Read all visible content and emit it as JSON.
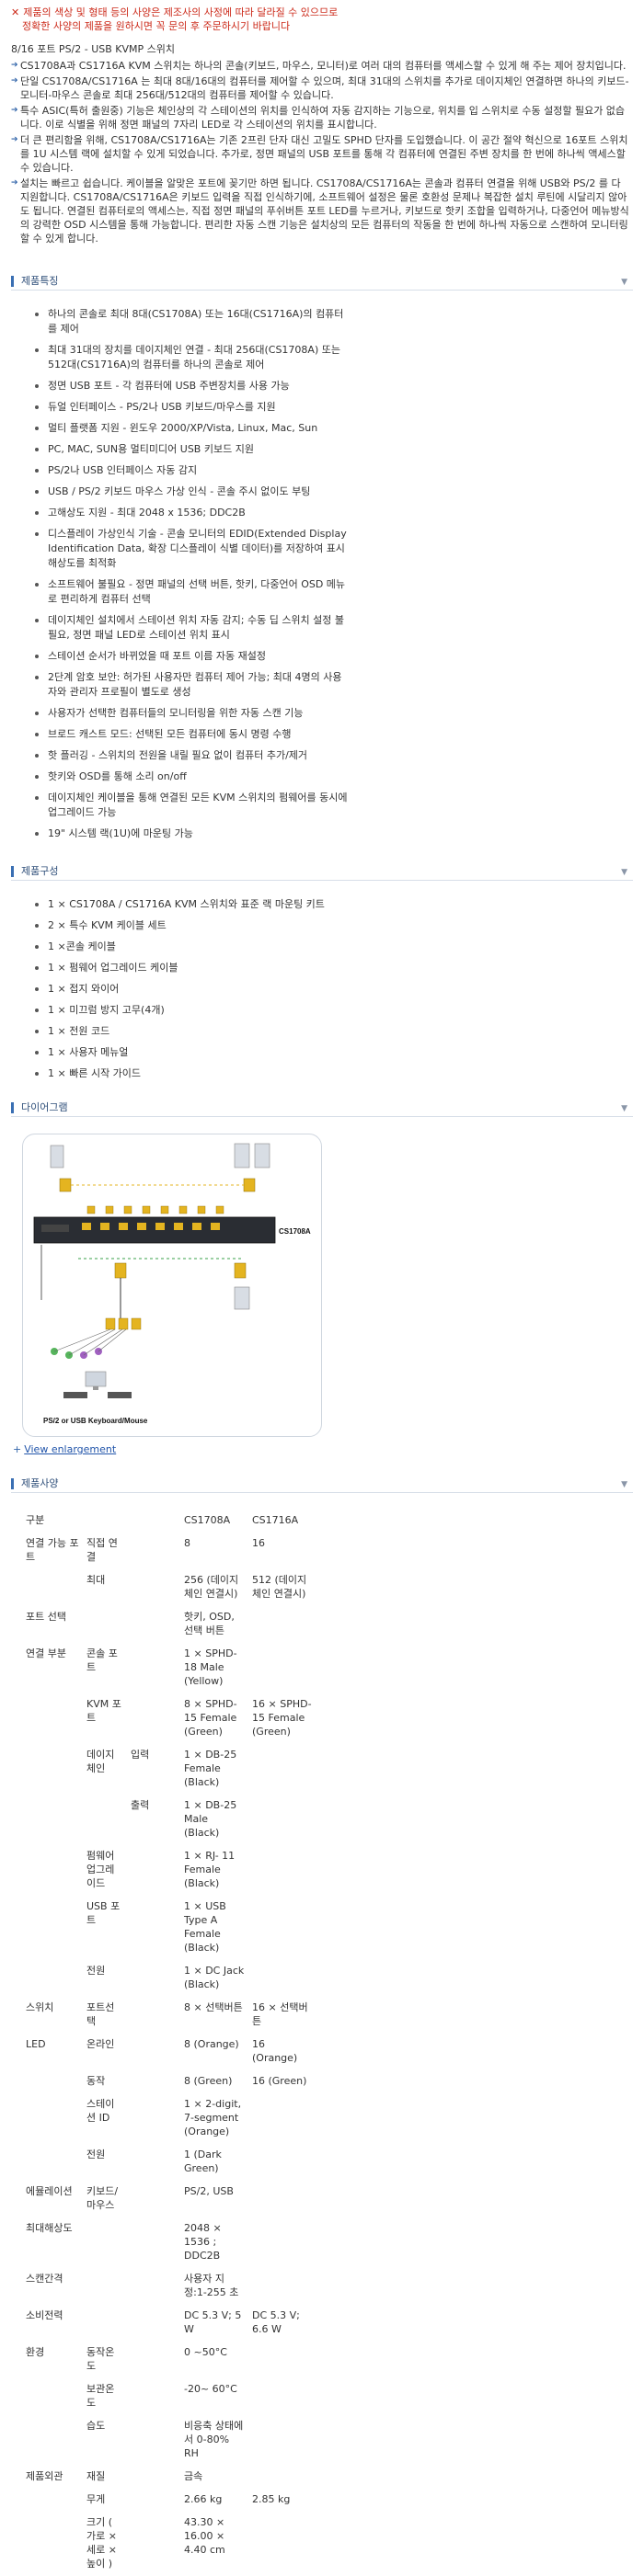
{
  "notice": {
    "symbol": "✕",
    "line1": "제품의 색상 및 형태 등의 사양은 제조사의 사정에 따라 달라질 수 있으므로",
    "line2": "정확한 사양의 제품을 원하시면 꼭 문의 후 주문하시기 바랍니다"
  },
  "product_title": "8/16 포트 PS/2 - USB KVMP 스위치",
  "intro": [
    "CS1708A과 CS1716A KVM 스위치는 하나의 콘솔(키보드, 마우스, 모니터)로 여러 대의 컴퓨터를 액세스할 수 있게 해 주는 제어 장치입니다.",
    "단일 CS1708A/CS1716A 는 최대 8대/16대의 컴퓨터를 제어할 수 있으며, 최대 31대의 스위치를 추가로 데이지체인 연결하면 하나의 키보드-모니터-마우스 콘솔로 최대 256대/512대의 컴퓨터를 제어할 수 있습니다.",
    "특수 ASIC(특허 출원중) 기능은 체인상의 각 스테이션의 위치를 인식하여 자동 감지하는 기능으로, 위치를 입 스위치로 수동 설정할 필요가 없습니다. 이로 식별을 위해 정면 패널의 7자리 LED로 각 스테이션의 위치를 표시합니다.",
    "더 큰 편리함을 위해, CS1708A/CS1716A는 기존 2프린 단자 대신 고밀도 SPHD 단자를 도입했습니다. 이 공간 절약 혁신으로 16포트 스위치를 1U 시스템 랙에 설치할 수 있게 되었습니다. 추가로, 정면 패널의 USB 포트를 통해 각 컴퓨터에 연결된 주변 장치를 한 번에 하나씩 액세스할 수 있습니다.",
    "설치는 빠르고 쉽습니다. 케이블을 알맞은 포트에 꽂기만 하면 됩니다. CS1708A/CS1716A는 콘솔과 컴퓨터 연결을 위해 USB와 PS/2 를 다 지원합니다. CS1708A/CS1716A은 키보드 입력을 직접 인식하기에, 소프트웨어 설정은 물론 호환성 문제나 복잡한 설치 루틴에 시달리지 않아도 됩니다. 연결된 컴퓨터로의 액세스는, 직접 정면 패널의 푸쉬버튼 포트 LED를 누르거나, 키보드로 핫키 조합을 입력하거나, 다중언어 메뉴방식의 강력한 OSD 시스템을 통해 가능합니다. 편리한 자동 스캔 기능은 설치상의 모든 컴퓨터의 작동을 한 번에 하나씩 자동으로 스캔하여 모니터링할 수 있게 합니다."
  ],
  "sections": {
    "features": "제품특징",
    "contents": "제품구성",
    "diagram": "다이어그램",
    "specs": "제품사양"
  },
  "features": [
    "하나의 콘솔로 최대 8대(CS1708A) 또는 16대(CS1716A)의 컴퓨터를 제어",
    "최대 31대의 장치를 데이지체인 연결 - 최대 256대(CS1708A) 또는 512대(CS1716A)의 컴퓨터를 하나의 콘솔로 제어",
    "정면 USB 포트 - 각 컴퓨터에 USB 주변장치를 사용 가능",
    "듀얼 인터페이스 - PS/2나 USB 키보드/마우스를 지원",
    "멀티 플랫폼 지원 - 윈도우 2000/XP/Vista, Linux, Mac, Sun",
    "PC, MAC, SUN용 멀티미디어 USB 키보드 지원",
    "PS/2나 USB 인터페이스 자동 감지",
    "USB / PS/2 키보드 마우스 가상 인식 - 콘솔 주시 없이도 부팅",
    "고해상도 지원 - 최대 2048 x 1536; DDC2B",
    "디스플레이 가상인식 기술 - 콘솔 모니터의 EDID(Extended Display Identification Data, 확장 디스플레이 식별 데이터)를 저장하여 표시 해상도를 최적화",
    "소프트웨어 불필요 - 정면 패널의 선택 버튼, 핫키, 다중언어 OSD 메뉴로 편리하게 컴퓨터 선택",
    "데이지체인 설치에서 스테이션 위치 자동 감지; 수동 딥 스위치 설정 불필요, 정면 패널 LED로 스테이션 위치 표시",
    "스테이션 순서가 바뀌었을 때 포트 이름 자동 재설정",
    "2단계 암호 보안: 허가된 사용자만 컴퓨터 제어 가능; 최대 4명의 사용자와 관리자 프로필이 별도로 생성",
    "사용자가 선택한 컴퓨터들의 모니터링을 위한 자동 스캔 기능",
    "브로드 캐스트 모드: 선택된 모든 컴퓨터에 동시 명령 수행",
    "핫 플러깅 - 스위치의 전원을 내릴 필요 없이 컴퓨터 추가/제거",
    "핫키와 OSD를 통해 소리 on/off",
    "데이지체인 케이블을 통해 연결된 모든 KVM 스위치의 펌웨어를 동시에 업그레이드 가능",
    "19\" 시스템 랙(1U)에 마운팅 가능"
  ],
  "contents": [
    "1 × CS1708A / CS1716A KVM 스위치와 표준 랙 마운팅 키트",
    "2 × 특수 KVM 케이블 세트",
    "1 ×콘솔 케이블",
    "1 × 펌웨어 업그레이드 케이블",
    "1 × 접지 와이어",
    "1 × 미끄럼 방지 고무(4개)",
    "1 × 전원 코드",
    "1 × 사용자 메뉴얼",
    "1 × 빠른 시작 가이드"
  ],
  "diagram": {
    "device_label": "CS1708A",
    "caption": "PS/2 or USB Keyboard/Mouse",
    "enlarge_symbol": "+",
    "enlarge_link": "View enlargement"
  },
  "specs": {
    "header": [
      "구분",
      "CS1708A",
      "CS1716A"
    ],
    "rows": [
      [
        "연결 가능 포트",
        "직접 연결",
        "",
        "8",
        "16"
      ],
      [
        "",
        "최대",
        "",
        "256 (데이지체인 연결시)",
        "512 (데이지체인 연결시)"
      ],
      [
        "포트 선택",
        "",
        "",
        "핫키, OSD, 선택 버튼",
        ""
      ],
      [
        "연결 부분",
        "콘솔 포트",
        "",
        "1 × SPHD-18 Male (Yellow)",
        ""
      ],
      [
        "",
        "KVM 포트",
        "",
        "8 × SPHD-15 Female (Green)",
        "16 × SPHD-15 Female (Green)"
      ],
      [
        "",
        "데이지체인",
        "입력",
        "1 × DB-25 Female (Black)",
        ""
      ],
      [
        "",
        "",
        "출력",
        "1 × DB-25 Male (Black)",
        ""
      ],
      [
        "",
        "펌웨어 업그레이드",
        "",
        "1 × RJ- 11 Female (Black)",
        ""
      ],
      [
        "",
        "USB 포트",
        "",
        "1 × USB Type A Female (Black)",
        ""
      ],
      [
        "",
        "전원",
        "",
        "1 × DC Jack (Black)",
        ""
      ],
      [
        "스위치",
        "포트선택",
        "",
        "8 × 선택버튼",
        "16 × 선택버튼"
      ],
      [
        "LED",
        "온라인",
        "",
        "8 (Orange)",
        "16 (Orange)"
      ],
      [
        "",
        "동작",
        "",
        "8 (Green)",
        "16 (Green)"
      ],
      [
        "",
        "스테이션 ID",
        "",
        "1 × 2-digit, 7-segment (Orange)",
        ""
      ],
      [
        "",
        "전원",
        "",
        "1 (Dark Green)",
        ""
      ],
      [
        "에뮬레이션",
        "키보드/마우스",
        "",
        "PS/2, USB",
        ""
      ],
      [
        "최대해상도",
        "",
        "",
        "2048 × 1536 ; DDC2B",
        ""
      ],
      [
        "스캔간격",
        "",
        "",
        "사용자 지정:1-255 초",
        ""
      ],
      [
        "소비전력",
        "",
        "",
        "DC 5.3 V; 5 W",
        "DC 5.3 V; 6.6 W"
      ],
      [
        "환경",
        "동작온도",
        "",
        "0 ~50°C",
        ""
      ],
      [
        "",
        "보관온도",
        "",
        "-20~ 60°C",
        ""
      ],
      [
        "",
        "습도",
        "",
        "비응축 상태에서 0-80% RH",
        ""
      ],
      [
        "제품외관",
        "재질",
        "",
        "금속",
        ""
      ],
      [
        "",
        "무게",
        "",
        "2.66 kg",
        "2.85 kg"
      ],
      [
        "",
        "크기 ( 가로 × 세로 × 높이 )",
        "",
        "43.30 × 16.00 × 4.40 cm",
        ""
      ]
    ]
  },
  "colors": {
    "notice": "#cc2a1a",
    "accent": "#3a6fb3",
    "link": "#2255aa"
  }
}
